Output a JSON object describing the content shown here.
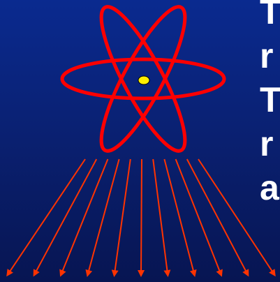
{
  "slide": {
    "background": "#0a2070",
    "text_lines": [
      "T",
      "r",
      "T",
      "r",
      "a"
    ]
  },
  "graphic": {
    "atom_icon": "atom-icon",
    "orbit_color": "#ff0000",
    "nucleus_color": "#ffee00",
    "ray_color": "#ff3300",
    "ray_count": 11
  }
}
